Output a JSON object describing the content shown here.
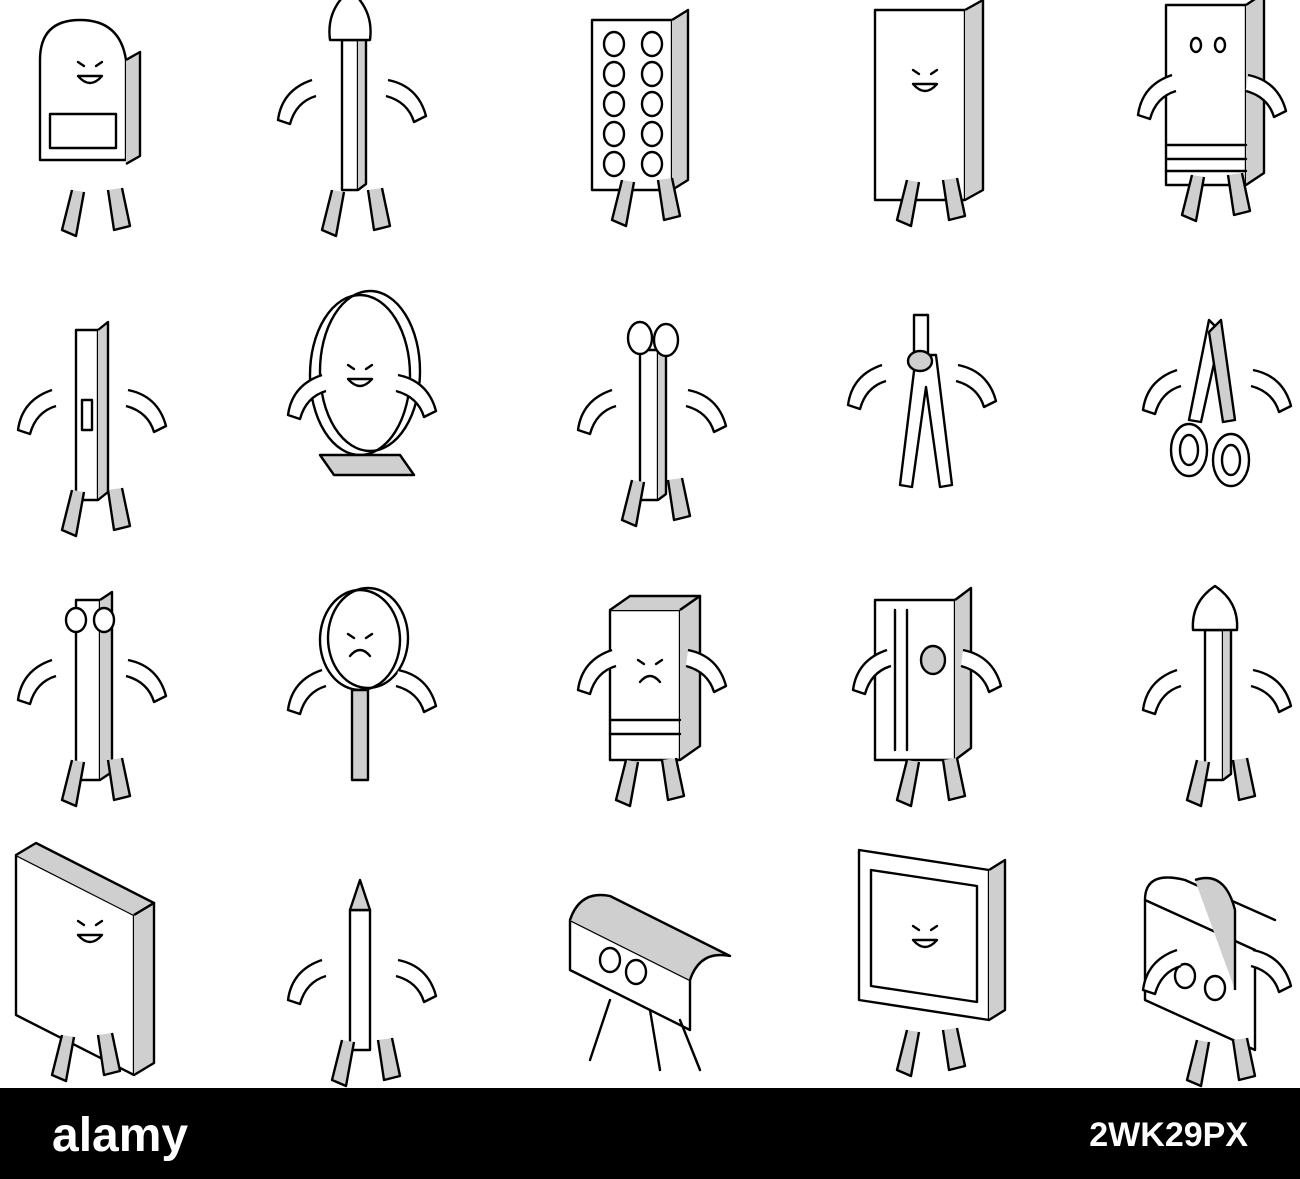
{
  "illustration": {
    "grid": {
      "rows": 4,
      "columns": 5
    },
    "icons": [
      "backpack-character-icon",
      "paintbrush-character-icon",
      "pill-blister-character-icon",
      "notebook-character-icon",
      "book-character-icon",
      "pen-character-icon",
      "mirror-character-icon",
      "brush-character-icon",
      "compass-character-icon",
      "scissors-character-icon",
      "ruler-character-icon",
      "magnifier-character-icon",
      "sad-box-character-icon",
      "pencil-sharpener-character-icon",
      "brush-bundle-character-icon",
      "sticky-note-character-icon",
      "pencil-character-icon",
      "pencil-case-character-icon",
      "chalkboard-character-icon",
      "binder-clip-character-icon"
    ],
    "colors": {
      "ink": "#000000",
      "shade": "#cfcfcf",
      "paper": "#ffffff"
    }
  },
  "footer": {
    "brand": "alamy",
    "image_id": "2WK29PX",
    "background": "#000000",
    "text_color": "#ffffff"
  }
}
